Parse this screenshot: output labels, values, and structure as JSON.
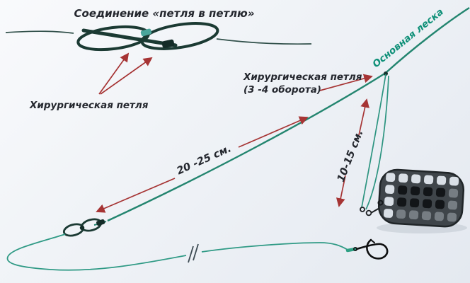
{
  "diagram": {
    "title": "Соединение «петля в петлю»",
    "labels": {
      "surgeon_loop": "Хирургическая петля",
      "surgeon_loop_turns_line1": "Хирургическая петля",
      "surgeon_loop_turns_line2": "(3 -4 оборота)",
      "main_line": "Основная леска",
      "distance_main_to_knot": "20 -25 см.",
      "distance_dropper": "10-15 см."
    },
    "colors": {
      "background": "#eef1f6",
      "line_teal": "#23856f",
      "knot_dark": "#1b3a33",
      "arrow_red": "#a63434",
      "text_dark": "#24272e",
      "main_line_label_teal": "#0f9078",
      "feeder_body": "#3f454a"
    }
  }
}
